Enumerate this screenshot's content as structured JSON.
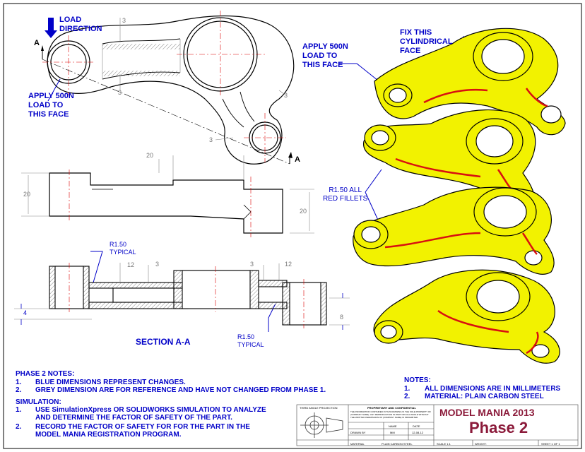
{
  "callouts": {
    "load_direction": "LOAD\nDIRECTION",
    "apply_left": "APPLY 500N\nLOAD TO\nTHIS FACE",
    "apply_right": "APPLY 500N\nLOAD TO\nTHIS FACE",
    "fix_face": "FIX THIS\nCYLINDRICAL\nFACE",
    "red_fillets": "R1.50 ALL\nRED FILLETS",
    "section_marker_a": "A",
    "section_title": "SECTION A-A",
    "r150_typical_top": "R1.50\nTYPICAL",
    "r150_typical_bottom": "R1.50\nTYPICAL"
  },
  "dims": {
    "top_3a": "3",
    "top_3b": "3",
    "top_3c": "3",
    "top_3d": "3",
    "side_20_top": "20",
    "side_20_left": "20",
    "side_20_right": "20",
    "sec_12a": "12",
    "sec_3a": "3",
    "sec_3b": "3",
    "sec_12b": "12",
    "sec_4": "4",
    "sec_8": "8"
  },
  "phase2_notes": {
    "heading": "PHASE 2 NOTES:",
    "items": [
      {
        "num": "1.",
        "text": "BLUE DIMENSIONS REPRESENT CHANGES."
      },
      {
        "num": "2.",
        "text": "GREY DIMENSION ARE FOR REFERENCE AND HAVE NOT CHANGED FROM PHASE 1."
      }
    ]
  },
  "simulation": {
    "heading": "SIMULATION:",
    "items": [
      {
        "num": "1.",
        "text": "USE SimulationXpress OR SOLIDWORKS SIMULATION TO ANALYZE\nAND DETERMINE THE FACTOR OF SAFETY OF THE PART."
      },
      {
        "num": "2.",
        "text": "RECORD THE FACTOR OF SAFETY FOR FOR THE PART IN THE\nMODEL MANIA REGISTRATION PROGRAM."
      }
    ]
  },
  "notes": {
    "heading": "NOTES:",
    "items": [
      {
        "num": "1.",
        "text": "ALL DIMENSIONS ARE IN MILLIMETERS"
      },
      {
        "num": "2.",
        "text": "MATERIAL: PLAIN CARBON STEEL"
      }
    ]
  },
  "title_block": {
    "projection": "THIRD ANGLE PROJECTION",
    "proprietary_heading": "PROPRIETARY AND CONFIDENTIAL",
    "proprietary_body": "THE INFORMATION CONTAINED IN THIS DRAWING IS THE SOLE PROPERTY OF\n(COMPANY NAME). ANY REPRODUCTION IN PART OR AS A WHOLE WITHOUT\nTHE WRITTEN PERMISSION OF (COMPANY NAME) IS PROHIBITED.",
    "name_label": "NAME",
    "date_label": "DATE",
    "drawn_by_label": "DRAWN BY",
    "drawn_by_value": "MM",
    "date_value": "12-08-12",
    "material_label": "MATERIAL",
    "material_value": "PLAIN CARBON STEEL",
    "scale": "SCALE 1:1",
    "weight_label": "WEIGHT:",
    "sheet": "SHEET 1 OF 1",
    "title": "MODEL MANIA 2013",
    "phase": "Phase 2"
  },
  "colors": {
    "annotation_blue": "#0000c8",
    "body_yellow": "#f2f200",
    "fillet_red": "#d81010",
    "title_maroon": "#8b1a3a"
  }
}
